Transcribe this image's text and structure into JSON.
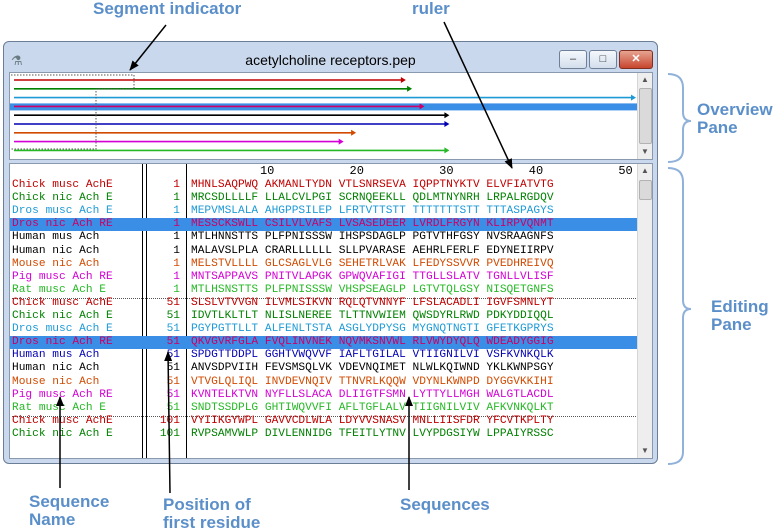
{
  "callouts": {
    "segment_indicator": "Segment indicator",
    "ruler": "ruler",
    "overview_pane": "Overview\nPane",
    "editing_pane": "Editing\nPane",
    "sequence_name": "Sequence\nName",
    "position": "Position of\nfirst residue",
    "sequences": "Sequences"
  },
  "window": {
    "title": "acetylcholine receptors.pep",
    "app_icon": "flask-icon",
    "buttons": {
      "minimize": "–",
      "maximize": "□",
      "close": "✕"
    }
  },
  "colors": {
    "red": "#c00000",
    "green": "#008000",
    "cyan": "#1d9ad6",
    "dros_nic": "#cc0066",
    "black": "#000000",
    "blue": "#0000b4",
    "mouse": "#d24a00",
    "magenta": "#d400d4",
    "lightgreen": "#26b826",
    "highlight": "#3b8ee6",
    "callout": "#5b8fc9"
  },
  "overview": {
    "lines": [
      {
        "color": "red",
        "length": 0.63,
        "highlight": false
      },
      {
        "color": "green",
        "length": 0.64,
        "highlight": false
      },
      {
        "color": "cyan",
        "length": 1.0,
        "highlight": false
      },
      {
        "color": "dros_nic",
        "length": 0.66,
        "highlight": true
      },
      {
        "color": "black",
        "length": 0.7,
        "highlight": false
      },
      {
        "color": "blue",
        "length": 0.7,
        "highlight": false
      },
      {
        "color": "mouse",
        "length": 0.55,
        "highlight": false
      },
      {
        "color": "magenta",
        "length": 0.53,
        "highlight": false
      },
      {
        "color": "lightgreen",
        "length": 0.7,
        "highlight": false
      }
    ]
  },
  "ruler": {
    "labels": [
      "10",
      "20",
      "30",
      "40",
      "50"
    ]
  },
  "blocks": [
    {
      "position": "1",
      "rows": [
        {
          "name": "Chick musc AchÉ",
          "color": "red",
          "residues": "MHNLSAQPWQ AKMANLTYDN VTLSNRSEVA IQPPTNYKTV ELVFIATVTG",
          "highlight": false
        },
        {
          "name": "Chick nic Ach É",
          "color": "green",
          "residues": "MRCSDLLLLF LLALCVLPGI SCRNQEEKLL QDLMTNYNRH LRPALRGDQV",
          "highlight": false
        },
        {
          "name": "Dros musc Ach É",
          "color": "cyan",
          "residues": "MEPVMSLALA AHGPPSILEP LFRTVTTSTT TTTTTTTSTT TTTASPAGYS",
          "highlight": false
        },
        {
          "name": "Dros nic Ach RÉ",
          "color": "dros_nic",
          "residues": "MESSCKSWLL CSILVLVAFS LVSASEDEER LVRDLFRGYN KLIRPVQNMT",
          "highlight": true
        },
        {
          "name": "Human mus Ach",
          "color": "black",
          "residues": "MTLHNNSTTS PLFPNISSSW IHSPSDAGLP PGTVTHFGSY NVSRAAGNFS",
          "highlight": false
        },
        {
          "name": "Human nic Ach",
          "color": "black",
          "residues": "MALAVSLPLA CRARLLLLLL SLLPVARASE AEHRLFERLF EDYNEIIRPV",
          "highlight": false
        },
        {
          "name": "Mouse nic Ach",
          "color": "mouse",
          "residues": "MELSTVLLLL GLCSAGLVLG SEHETRLVAK LFEDYSSVVR PVEDHREIVQ",
          "highlight": false
        },
        {
          "name": "Pig musc Ach RÉ",
          "color": "magenta",
          "residues": "MNTSAPPAVS PNITVLAPGK GPWQVAFIGI TTGLLSLATV TGNLLVLISF",
          "highlight": false
        },
        {
          "name": "Rat musc Ach É",
          "color": "lightgreen",
          "residues": "MTLHSNSTTS PLFPNISSSW VHSPSEAGLP LGTVTQLGSY NISQETGNFS",
          "highlight": false
        }
      ]
    },
    {
      "position": "51",
      "rows": [
        {
          "name": "Chick musc AchÉ",
          "color": "red",
          "residues": "SLSLVTVVGN ILVMLSIKVN RQLQTVNNYF LFSLACADLI IGVFSMNLYT",
          "highlight": false
        },
        {
          "name": "Chick nic Ach É",
          "color": "green",
          "residues": "IDVTLKLTLT NLISLNEREE TLTTNVWIEM QWSDYRLRWD PDKYDDIQQL",
          "highlight": false
        },
        {
          "name": "Dros musc Ach É",
          "color": "cyan",
          "residues": "PGYPGTTLLT ALFENLTSTA ASGLYDPYSG MYGNQTNGTI GFETKGPRYS",
          "highlight": false
        },
        {
          "name": "Dros nic Ach RÉ",
          "color": "dros_nic",
          "residues": "QKVGVRFGLA FVQLINVNEK NQVMKSNVWL RLVWYDYQLQ WDEADYGGIG",
          "highlight": true
        },
        {
          "name": "Human mus Ach",
          "color": "blue",
          "residues": "SPDGTTDDPL GGHTVWQVVF IAFLTGILAL VTIIGNILVI VSFKVNKQLK",
          "highlight": false
        },
        {
          "name": "Human nic Ach",
          "color": "black",
          "residues": "ANVSDPVIIH FEVSMSQLVK VDEVNQIMET NLWLKQIWND YKLKWNPSGY",
          "highlight": false
        },
        {
          "name": "Mouse nic Ach",
          "color": "mouse",
          "residues": "VTVGLQLIQL INVDEVNQIV TTNVRLKQQW VDYNLKWNPD DYGGVKKIHI",
          "highlight": false
        },
        {
          "name": "Pig musc Ach RÉ",
          "color": "magenta",
          "residues": "KVNTELKTVN NYFLLSLACA DLIIGTFSMN LYTTYLLMGH WALGTLACDL",
          "highlight": false
        },
        {
          "name": "Rat musc Ach É",
          "color": "lightgreen",
          "residues": "SNDTSSDPLG GHTIWQVVFI AFLTGFLALV TIIGNILVIV AFKVNKQLKT",
          "highlight": false
        }
      ]
    },
    {
      "position": "101",
      "rows": [
        {
          "name": "Chick musc AchÉ",
          "color": "red",
          "residues": "VYIIKGYWPL GAVVCDLWLA LDYVVSNASV MNLLIISFDR YFCVTKPLTY",
          "highlight": false
        },
        {
          "name": "Chick nic Ach É",
          "color": "green",
          "residues": "RVPSAMVWLP DIVLENNIDG TFEITLYTNV LVYPDGSIYW LPPAIYRSSC",
          "highlight": false
        }
      ]
    }
  ]
}
